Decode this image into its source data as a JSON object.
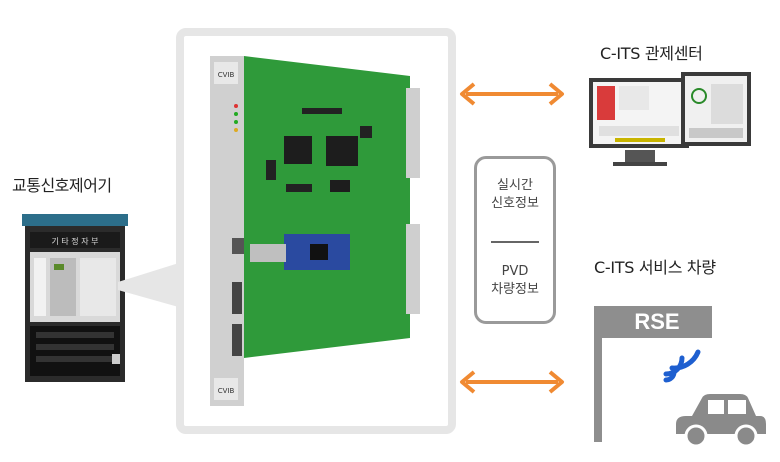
{
  "cabinet": {
    "label": "교통신호제어기",
    "panel_text": "기 타 정 자 부"
  },
  "board": {
    "front_top_label": "CVIB",
    "front_bottom_label": "CVIB"
  },
  "info_box": {
    "top_line1": "실시간",
    "top_line2": "신호정보",
    "bottom_line1": "PVD",
    "bottom_line2": "차량정보"
  },
  "center": {
    "label": "C-ITS 관제센터"
  },
  "vehicle": {
    "label": "C-ITS 서비스 차량",
    "rse_label": "RSE"
  },
  "colors": {
    "arrow": "#f08a32",
    "board_green": "#2f9a3a",
    "frame_gray": "#e6e6e6",
    "rse_gray": "#8e8e8e",
    "wifi_blue": "#1e5fd0",
    "car_gray": "#8a8a8a"
  }
}
